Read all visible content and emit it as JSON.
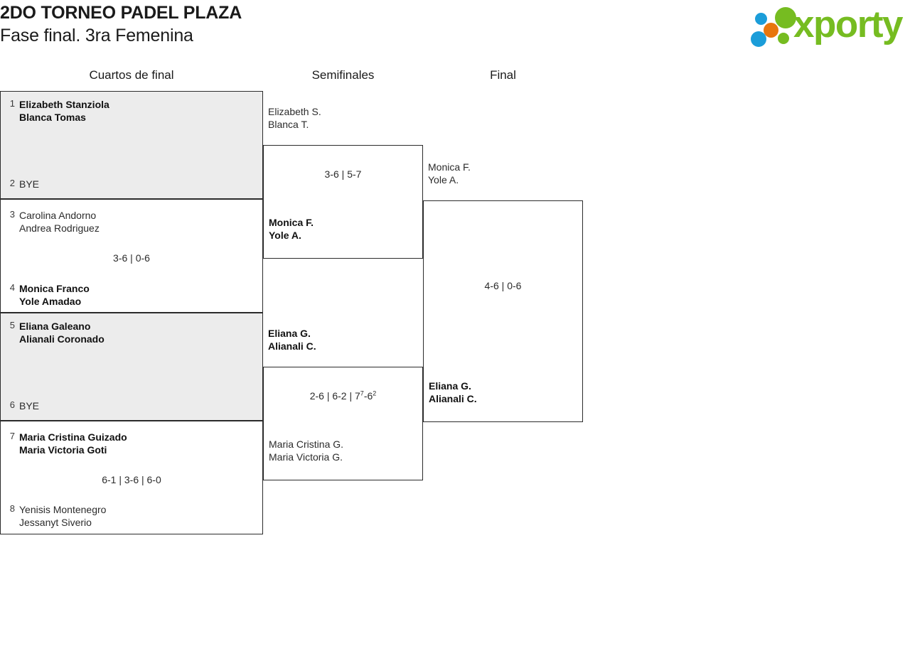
{
  "header": {
    "title_line1": "2DO TORNEO PADEL PLAZA",
    "title_line2": "Fase final. 3ra Femenina",
    "logo_text": "xporty"
  },
  "rounds": [
    {
      "label": "Cuartos de final"
    },
    {
      "label": "Semifinales"
    },
    {
      "label": "Final"
    }
  ],
  "bracket": {
    "quarterfinals": [
      {
        "top": {
          "seed": "1",
          "player1": "Elizabeth Stanziola",
          "player2": "Blanca Tomas",
          "winner": true
        },
        "bottom": {
          "seed": "2",
          "player1": "BYE",
          "player2": "",
          "winner": false
        },
        "score": "",
        "bye": true
      },
      {
        "top": {
          "seed": "3",
          "player1": "Carolina Andorno",
          "player2": "Andrea Rodriguez",
          "winner": false
        },
        "bottom": {
          "seed": "4",
          "player1": "Monica Franco",
          "player2": "Yole Amadao",
          "winner": true
        },
        "score": "3-6 | 0-6",
        "bye": false
      },
      {
        "top": {
          "seed": "5",
          "player1": "Eliana Galeano",
          "player2": "Alianali Coronado",
          "winner": true
        },
        "bottom": {
          "seed": "6",
          "player1": "BYE",
          "player2": "",
          "winner": false
        },
        "score": "",
        "bye": true
      },
      {
        "top": {
          "seed": "7",
          "player1": "Maria Cristina Guizado",
          "player2": "Maria Victoria Goti",
          "winner": true
        },
        "bottom": {
          "seed": "8",
          "player1": "Yenisis Montenegro",
          "player2": "Jessanyt Siverio",
          "winner": false
        },
        "score": "6-1 | 3-6 | 6-0",
        "bye": false
      }
    ],
    "semifinals": [
      {
        "top": {
          "player1": "Elizabeth S.",
          "player2": "Blanca T.",
          "winner": false
        },
        "bottom": {
          "player1": "Monica F.",
          "player2": "Yole A.",
          "winner": true
        },
        "score_prefix": "3-6 | 5-7",
        "score_sup1": "",
        "score_mid": "",
        "score_sup2": ""
      },
      {
        "top": {
          "player1": "Eliana G.",
          "player2": "Alianali C.",
          "winner": true
        },
        "bottom": {
          "player1": "Maria Cristina G.",
          "player2": "Maria Victoria G.",
          "winner": false
        },
        "score_prefix": "2-6 | 6-2 | 7",
        "score_sup1": "7",
        "score_mid": "-6",
        "score_sup2": "2"
      }
    ],
    "final": [
      {
        "top": {
          "player1": "Monica F.",
          "player2": "Yole A.",
          "winner": false
        },
        "bottom": {
          "player1": "Eliana G.",
          "player2": "Alianali C.",
          "winner": true
        },
        "score": "4-6 | 0-6"
      }
    ]
  }
}
